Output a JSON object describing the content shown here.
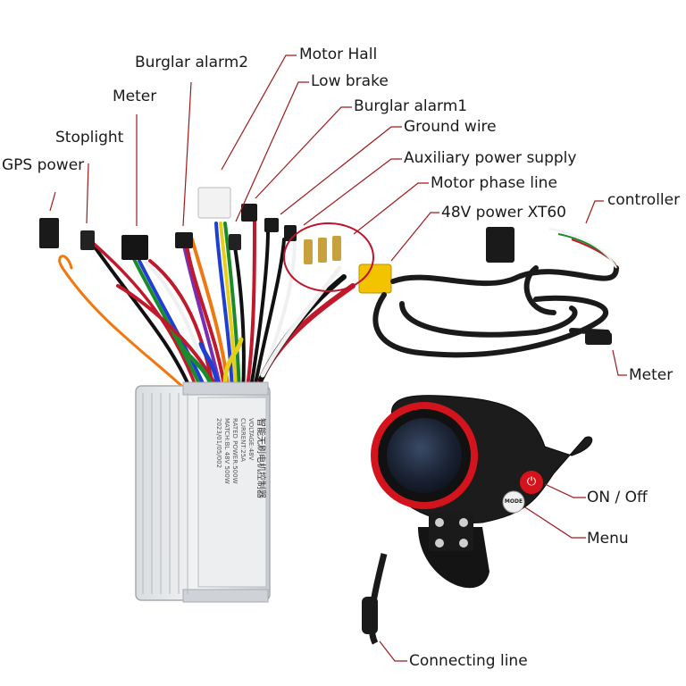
{
  "labels": {
    "gps_power": "GPS power",
    "stoplight": "Stoplight",
    "meter_top": "Meter",
    "burglar_alarm2": "Burglar alarm2",
    "motor_hall": "Motor Hall",
    "low_brake": "Low brake",
    "burglar_alarm1": "Burglar alarm1",
    "ground_wire": "Ground wire",
    "auxiliary_power": "Auxiliary power supply",
    "motor_phase": "Motor phase line",
    "power_xt60": "48V power XT60",
    "controller": "controller",
    "meter_right": "Meter",
    "on_off": "ON / Off",
    "menu": "Menu",
    "connecting_line": "Connecting line"
  },
  "controller_box": {
    "chinese_title": "智能无刷电机控制器",
    "spec_lines": [
      "VOLTAGE:48V",
      "CURRENT:25A",
      "RATED POWER:500W",
      "MATCH:BL 48V 500W"
    ],
    "serial": "2023/01/05/002"
  },
  "display_unit": {
    "power_button": "⏻",
    "mode_button": "MODE"
  },
  "colors": {
    "label_text": "#1a1a1a",
    "leader_line": "#a01a1a",
    "highlight_circle": "#c0102a",
    "display_red": "#d4141c",
    "xt60_yellow": "#f3c300"
  }
}
